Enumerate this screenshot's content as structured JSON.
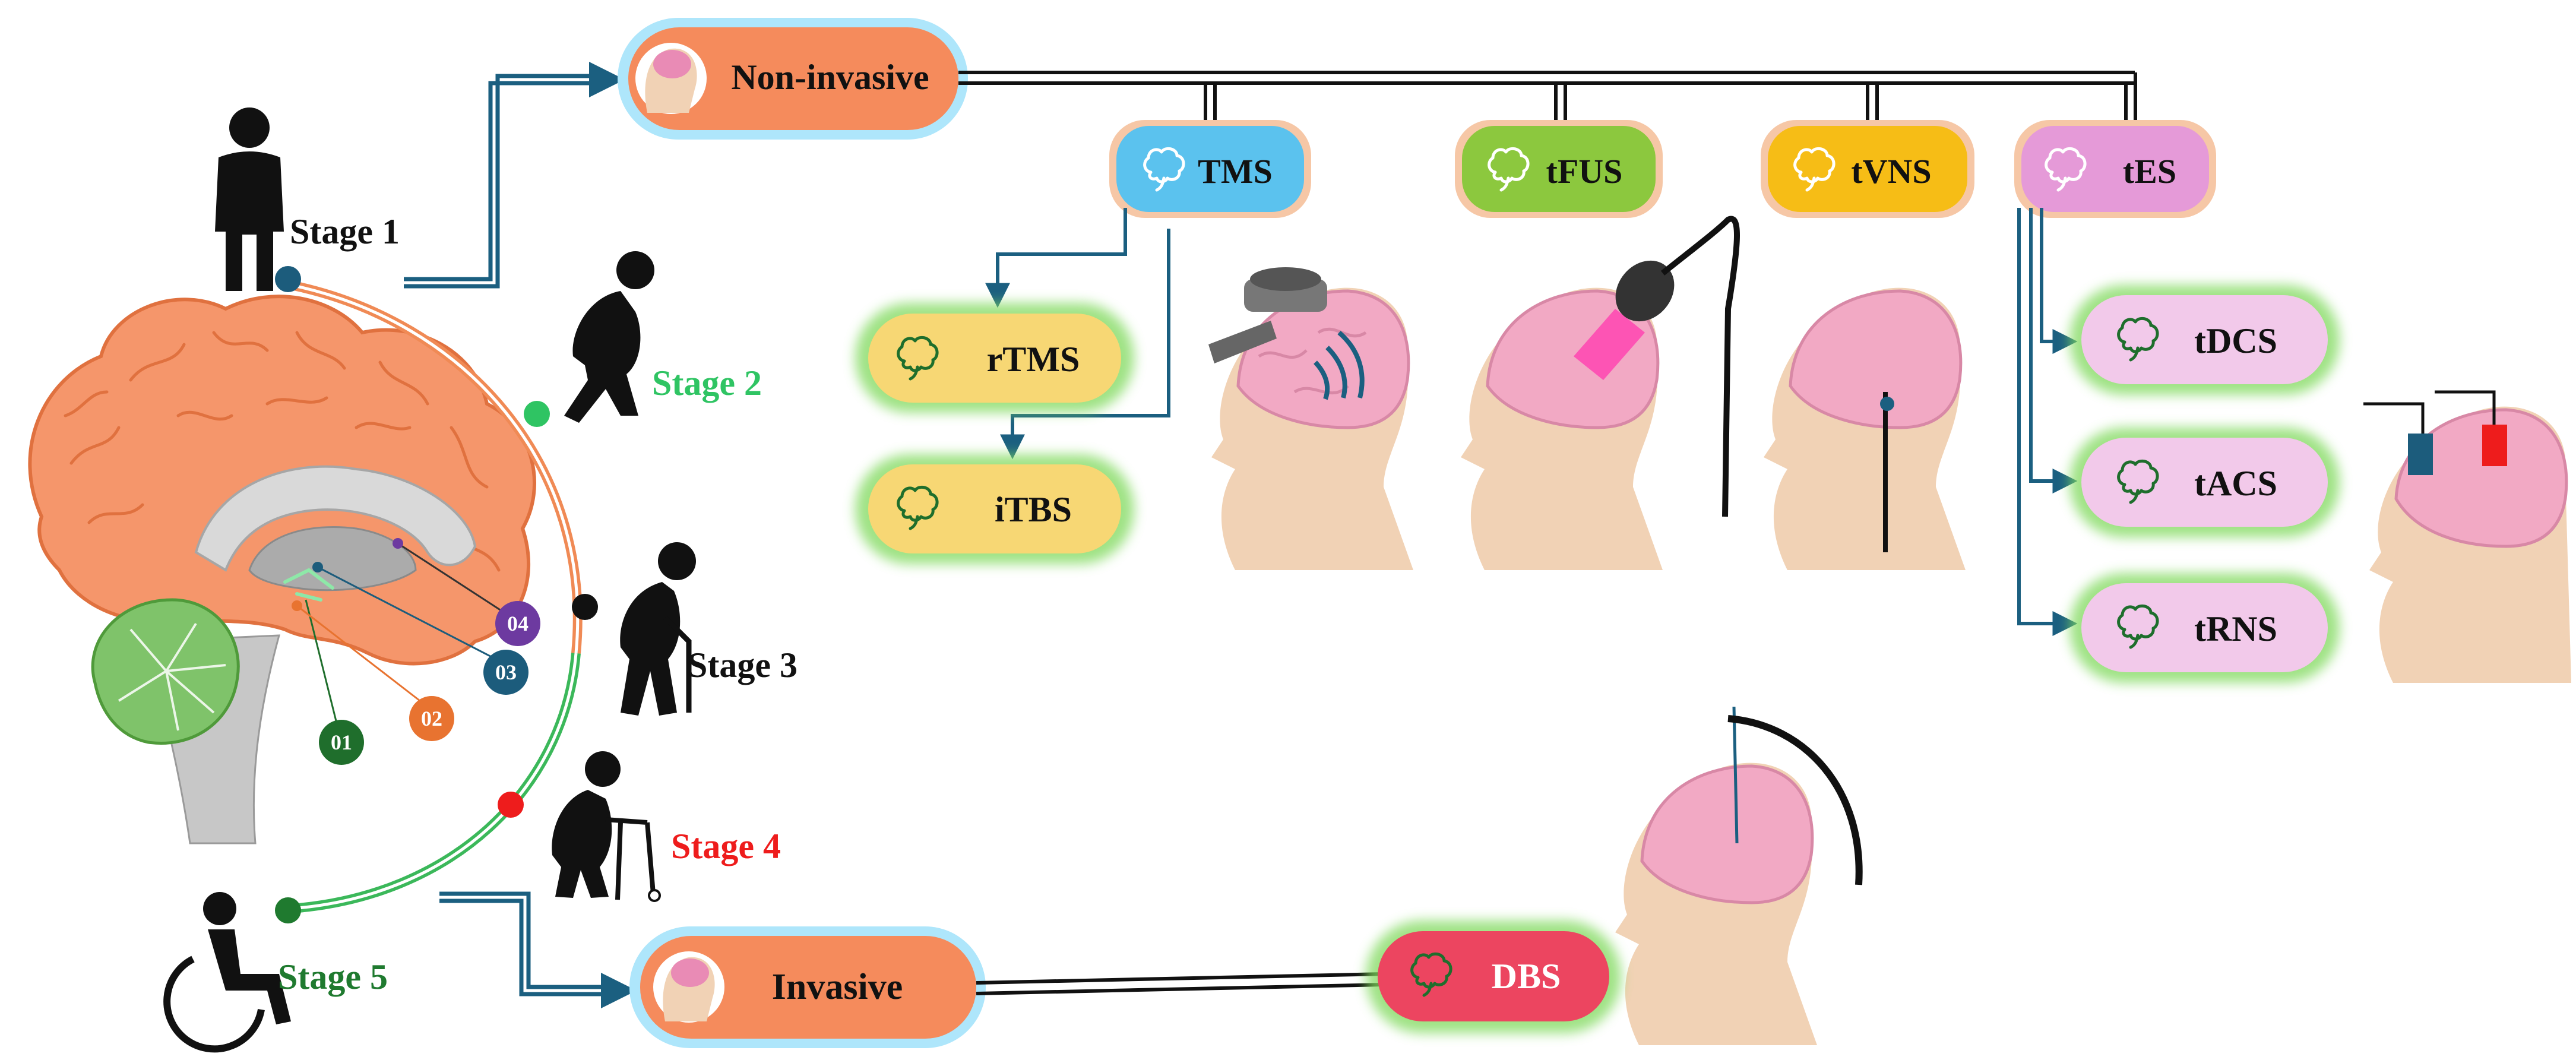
{
  "stages": [
    {
      "label": "Stage 1",
      "color": "#111111"
    },
    {
      "label": "Stage 2",
      "color": "#2fc463"
    },
    {
      "label": "Stage 3",
      "color": "#111111"
    },
    {
      "label": "Stage 4",
      "color": "#ee1c1c"
    },
    {
      "label": "Stage 5",
      "color": "#1f7a2f"
    }
  ],
  "brain_markers": [
    {
      "label": "01",
      "color": "#1f6e2c"
    },
    {
      "label": "02",
      "color": "#e87330"
    },
    {
      "label": "03",
      "color": "#1c5c7c"
    },
    {
      "label": "04",
      "color": "#6d3aa0"
    }
  ],
  "branches": {
    "non_invasive": {
      "label": "Non-invasive",
      "color": "#f58b5c"
    },
    "invasive": {
      "label": "Invasive",
      "color": "#f58b5c"
    }
  },
  "techniques": [
    {
      "label": "TMS",
      "color": "#5bc2ee"
    },
    {
      "label": "tFUS",
      "color": "#8cc83e"
    },
    {
      "label": "tVNS",
      "color": "#f6bd16"
    },
    {
      "label": "tES",
      "color": "#e59ad8"
    }
  ],
  "subtypes": {
    "tms": [
      "rTMS",
      "iTBS"
    ],
    "tes": [
      "tDCS",
      "tACS",
      "tRNS"
    ],
    "invasive": [
      "DBS"
    ]
  },
  "colors": {
    "arrow": "#1b5f80",
    "brain_cortex": "#f5966b",
    "cerebellum": "#7fc36a",
    "glow": "#7fd95b",
    "sub_pill_yellow": "#f7d774",
    "sub_pill_pink": "#f2c9ea",
    "dbs_pill": "#ec4560",
    "skin": "#f1d2b5"
  },
  "icons": [
    "person-standing-icon",
    "person-stooped-icon",
    "person-cane-icon",
    "person-walker-icon",
    "wheelchair-icon",
    "brain-icon"
  ]
}
